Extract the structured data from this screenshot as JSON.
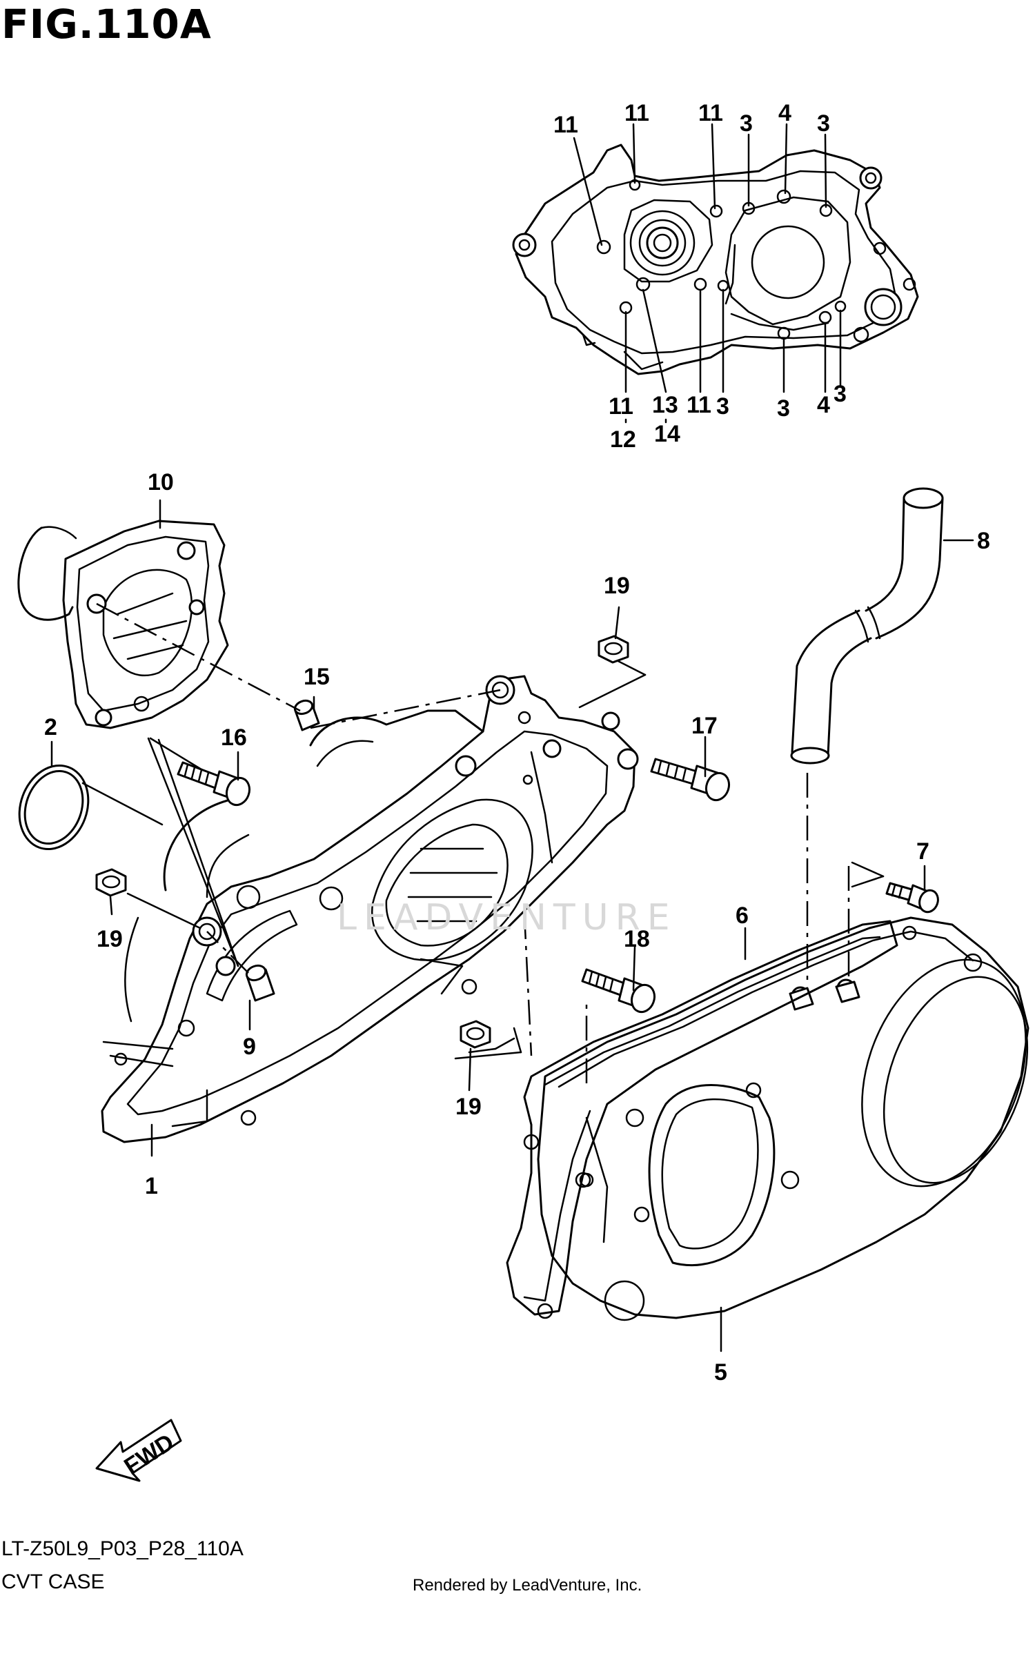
{
  "header": {
    "figure_title": "FIG.110A"
  },
  "footer": {
    "model_code": "LT-Z50L9_P03_P28_110A",
    "section_name": "CVT CASE",
    "rendered_by": "Rendered by LeadVenture, Inc."
  },
  "watermark": {
    "text": "LEADVENTURE"
  },
  "direction_arrow": {
    "label": "FWD"
  },
  "callouts": {
    "c1": "1",
    "c2": "2",
    "c3a": "3",
    "c3b": "3",
    "c3c": "3",
    "c3d": "3",
    "c3e": "3",
    "c4a": "4",
    "c4b": "4",
    "c5": "5",
    "c6": "6",
    "c7": "7",
    "c8": "8",
    "c9": "9",
    "c10": "10",
    "c11a": "11",
    "c11b": "11",
    "c11c": "11",
    "c11d": "11",
    "c11e": "11",
    "c12": "12",
    "c13": "13",
    "c14": "14",
    "c15": "15",
    "c16": "16",
    "c17": "17",
    "c18": "18",
    "c19a": "19",
    "c19b": "19",
    "c19c": "19"
  }
}
